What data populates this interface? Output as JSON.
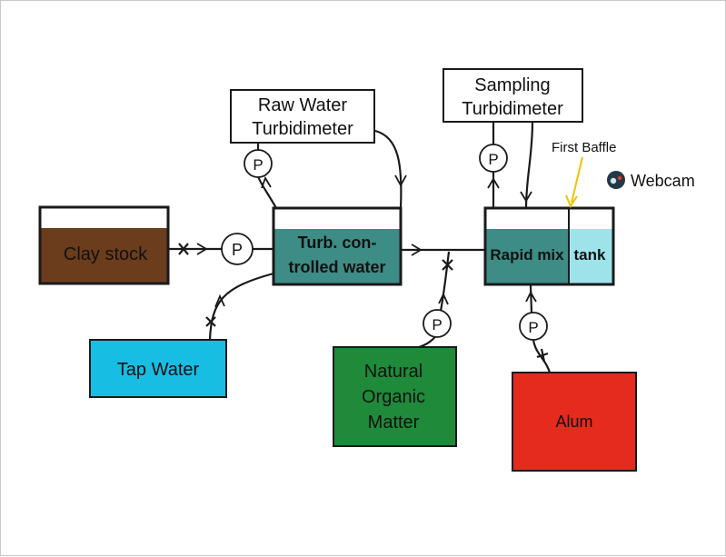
{
  "labels": {
    "clay_stock": "Clay stock",
    "turb_line1": "Turb. con-",
    "turb_line2": "trolled water",
    "rapid_mix": "Rapid mix",
    "tank": "tank",
    "raw_line1": "Raw Water",
    "raw_line2": "Turbidimeter",
    "samp_line1": "Sampling",
    "samp_line2": "Turbidimeter",
    "first_baffle": "First Baffle",
    "webcam": "Webcam",
    "tap_water": "Tap Water",
    "nom_line1": "Natural",
    "nom_line2": "Organic",
    "nom_line3": "Matter",
    "alum": "Alum",
    "pump": "P"
  },
  "colors": {
    "clay": "#6b3d1c",
    "turb_water": "#3e8c86",
    "rapid_mix_water": "#3e8c86",
    "tank_water": "#9ee3ea",
    "tap_water": "#18bde3",
    "nom": "#1e8a3a",
    "alum": "#e52a1e",
    "baffle_arrow": "#f2c200",
    "stroke": "#1a1a1a"
  }
}
